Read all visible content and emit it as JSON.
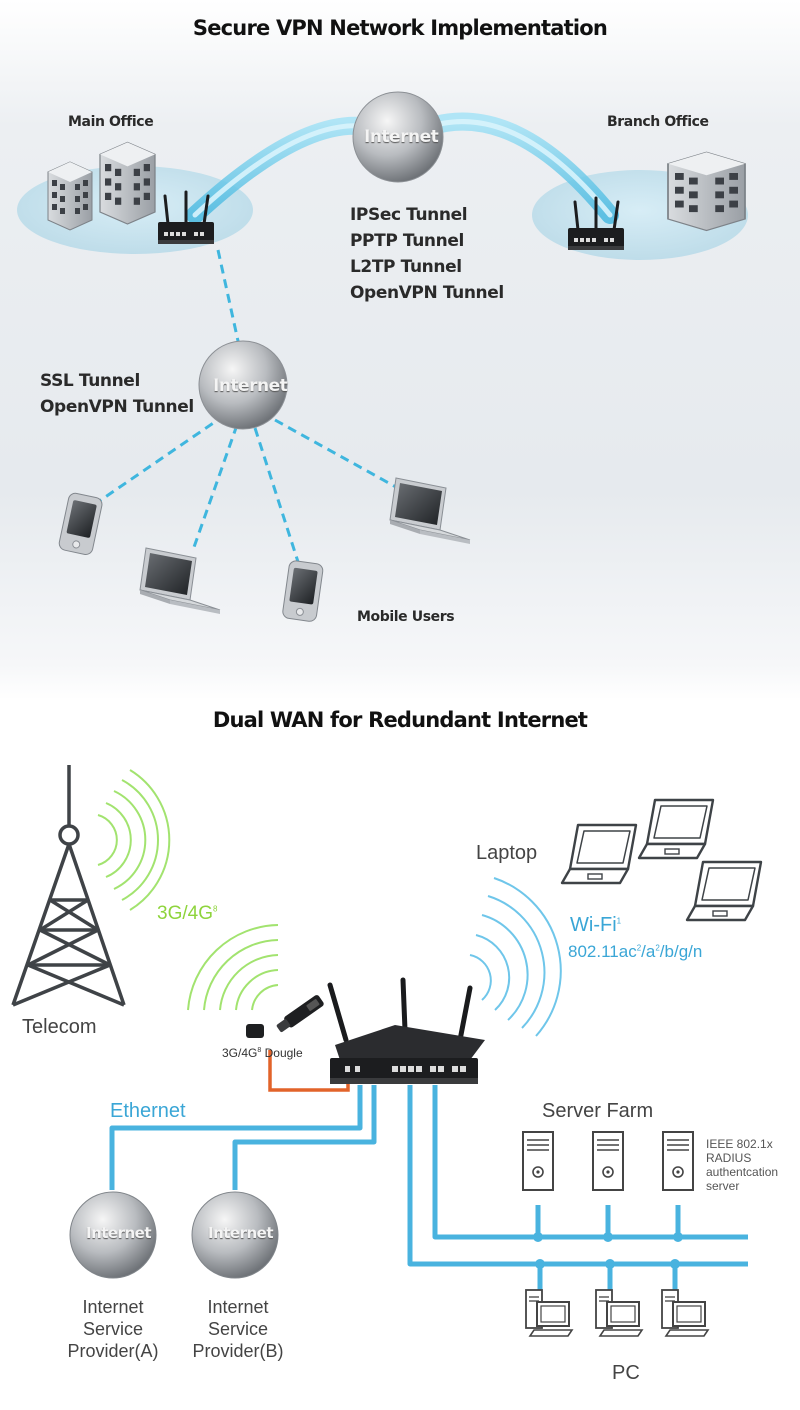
{
  "top": {
    "title": "Secure VPN Network Implementation",
    "main_office": "Main Office",
    "branch_office": "Branch Office",
    "internet_label": "Internet",
    "site_tunnels": [
      "IPSec Tunnel",
      "PPTP Tunnel",
      "L2TP Tunnel",
      "OpenVPN Tunnel"
    ],
    "remote_tunnels": [
      "SSL Tunnel",
      "OpenVPN Tunnel"
    ],
    "mobile_users": "Mobile Users"
  },
  "bottom": {
    "title": "Dual WAN for Redundant Internet",
    "telecom": "Telecom",
    "cellular": "3G/4G",
    "cellular_sup": "8",
    "dongle": "3G/4G",
    "dongle_sup": "8",
    "dongle_suffix": " Dougle",
    "laptop": "Laptop",
    "wifi": "Wi-Fi",
    "wifi_sup": "1",
    "wifi_std_a": "802.11ac",
    "wifi_std_b": "/a",
    "wifi_std_c": "/b/g/n",
    "wifi_std_sup": "2",
    "ethernet": "Ethernet",
    "server_farm": "Server Farm",
    "radius": [
      "IEEE 802.1x",
      "RADIUS",
      "authentcation",
      "server"
    ],
    "internet_label": "Internet",
    "isp_a": [
      "Internet",
      "Service",
      "Provider(A)"
    ],
    "isp_b": [
      "Internet",
      "Service",
      "Provider(B)"
    ],
    "pc": "PC"
  },
  "colors": {
    "tunnel": "#5cc6e8",
    "ethernet": "#3aa6d6",
    "usb": "#e2632a",
    "wifi_waves": "#6cc3e8",
    "cell_waves": "#9fe070"
  }
}
